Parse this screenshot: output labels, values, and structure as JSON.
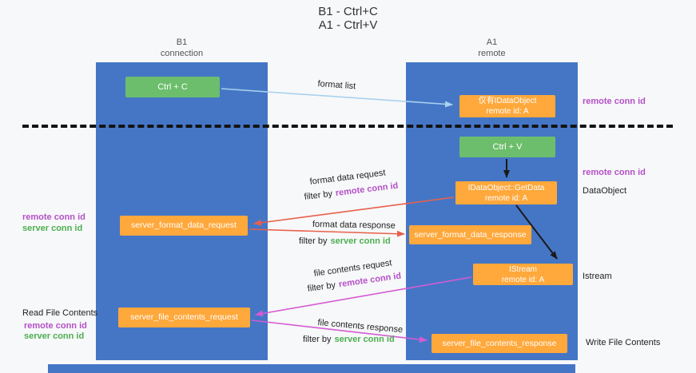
{
  "title": {
    "line1": "B1 - Ctrl+C",
    "line2": "A1 - Ctrl+V"
  },
  "lanes": {
    "left": {
      "name": "B1",
      "role": "connection"
    },
    "right": {
      "name": "A1",
      "role": "remote"
    }
  },
  "nodes": {
    "ctrl_c": {
      "label": "Ctrl + C"
    },
    "ctrl_v": {
      "label": "Ctrl + V"
    },
    "idataobject_stub": {
      "line1": "仅有IDataObject",
      "line2": "remote id: A"
    },
    "getdata": {
      "line1": "IDataObject::GetData",
      "line2": "remote id: A"
    },
    "istream": {
      "line1": "IStream",
      "line2": "remote id: A"
    },
    "server_format_data_request": {
      "label": "server_format_data_request"
    },
    "server_format_data_response": {
      "label": "server_format_data_response"
    },
    "server_file_contents_request": {
      "label": "server_file_contents_request"
    },
    "server_file_contents_response": {
      "label": "server_file_contents_response"
    }
  },
  "side_labels": {
    "remote_conn_id_top": "remote conn id",
    "remote_conn_id_mid": "remote conn id",
    "dataobject": "DataObject",
    "istream": "Istream",
    "write_file_contents": "Write File Contents",
    "read_file_contents": "Read File Contents",
    "left_remote_conn_id_1": "remote conn id",
    "left_server_conn_id_1": "server conn id",
    "left_remote_conn_id_2": "remote conn id",
    "left_server_conn_id_2": "server conn id"
  },
  "arrow_labels": {
    "format_list": "format list",
    "format_data_request": "format data request",
    "format_data_response": "format data response",
    "file_contents_request": "file contents request",
    "file_contents_response": "file contents response",
    "filter_by": "filter by",
    "remote_conn_id": "remote conn id",
    "server_conn_id": "server conn id"
  },
  "colors": {
    "lane_blue": "#4576C6",
    "box_orange": "#FFA83B",
    "box_green": "#6CBE6C",
    "conn_purple": "#B450C8",
    "conn_green": "#4CAF50",
    "arrow_red": "#E8604C",
    "arrow_magenta": "#D45BD4",
    "arrow_blue": "#A9D2EE",
    "arrow_black": "#1A1A1A"
  }
}
